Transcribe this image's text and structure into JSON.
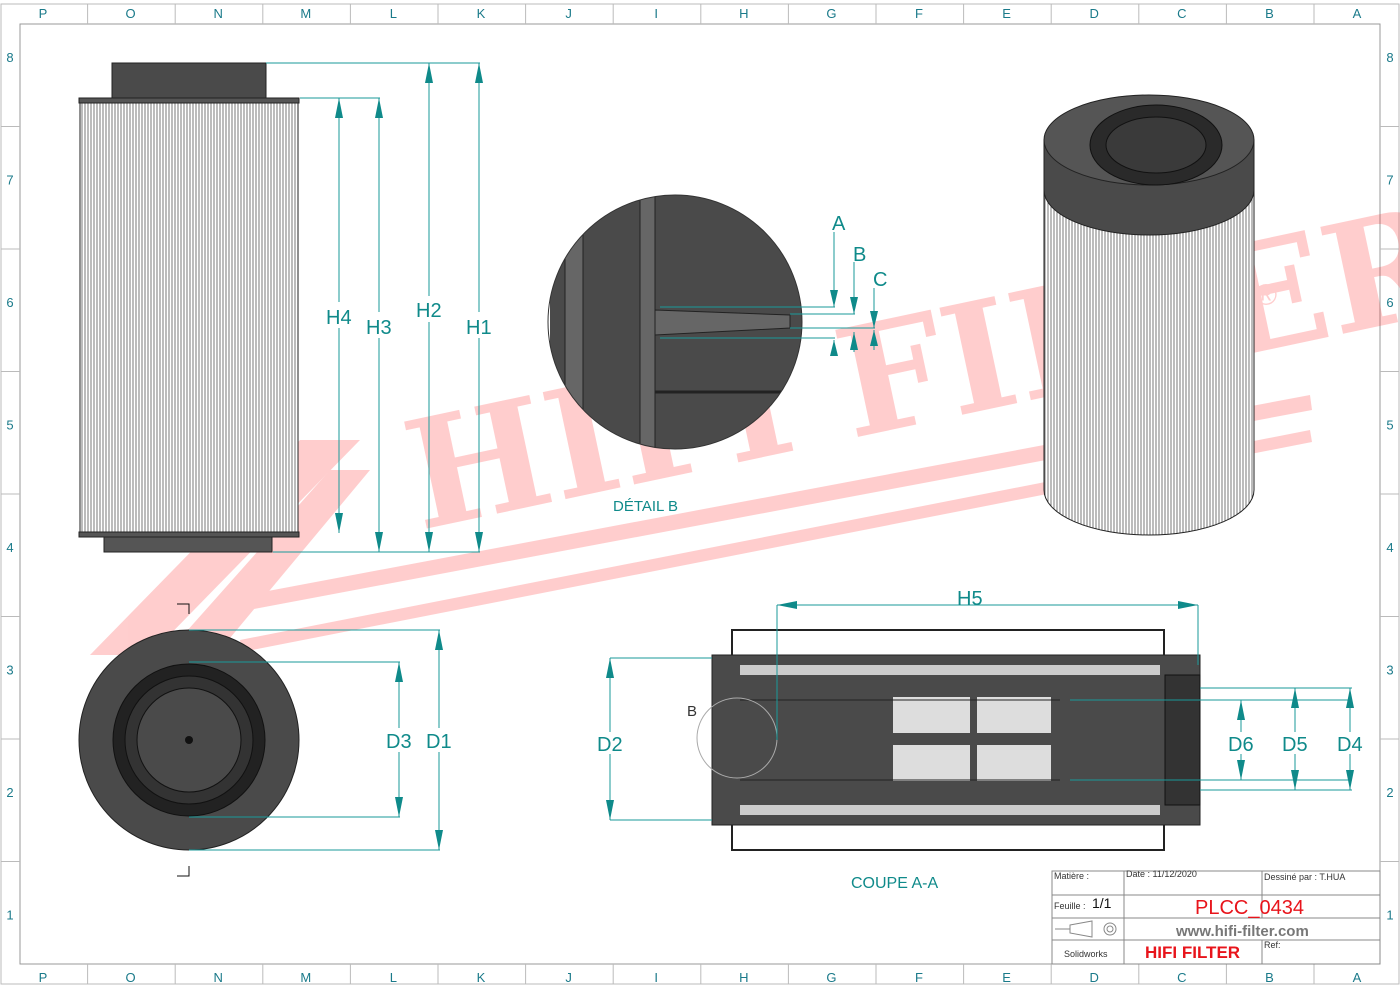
{
  "columns": [
    "P",
    "O",
    "N",
    "M",
    "L",
    "K",
    "J",
    "I",
    "H",
    "G",
    "F",
    "E",
    "D",
    "C",
    "B",
    "A"
  ],
  "rows": [
    "8",
    "7",
    "6",
    "5",
    "4",
    "3",
    "2",
    "1"
  ],
  "dimensions": {
    "h1": "H1",
    "h2": "H2",
    "h3": "H3",
    "h4": "H4",
    "h5": "H5",
    "d1": "D1",
    "d2": "D2",
    "d3": "D3",
    "d4": "D4",
    "d5": "D5",
    "d6": "D6",
    "a": "A",
    "b": "B",
    "c": "C",
    "section_b": "B"
  },
  "views": {
    "detail": "DÉTAIL B",
    "section": "COUPE A-A"
  },
  "watermark": {
    "text": "HIFI FILTER",
    "registered": "®",
    "color": "#f44"
  },
  "title_block": {
    "material_label": "Matière :",
    "date_label": "Date : 11/12/2020",
    "drawn_by": "Dessiné par : T.HUA",
    "sheet_label": "Feuille :",
    "sheet_value": "1/1",
    "part_number": "PLCC_0434",
    "website": "www.hifi-filter.com",
    "software": "Solidworks",
    "company": "HIFI FILTER",
    "ref_label": "Ref:"
  },
  "colors": {
    "accent": "#0f8a8a",
    "brand": "#e8141b",
    "body": "#4a4a4a"
  }
}
